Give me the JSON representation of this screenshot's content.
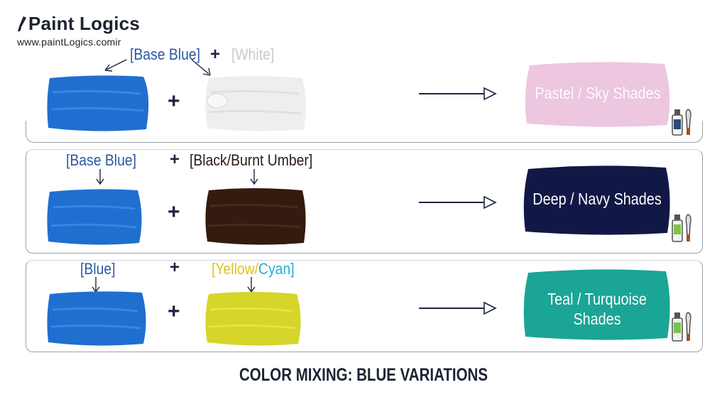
{
  "brand": {
    "name": "Paint Logics",
    "url": "www.paintLogics.comir"
  },
  "rows": [
    {
      "label_left": "[Base Blue]",
      "plus_top": "+",
      "label_right": "[White]",
      "plus_mid": "+",
      "result": "Pastel / Sky Shades",
      "colors": {
        "left": "#1f6fd1",
        "right": "#eeeeee",
        "result": "#edc6e0",
        "left_label": "#2a5aa0",
        "right_label": "#c8cacc"
      }
    },
    {
      "label_left": "[Base Blue]",
      "plus_top": "+",
      "label_right": "[Black/Burnt Umber]",
      "plus_mid": "+",
      "result": "Deep / Navy Shades",
      "colors": {
        "left": "#1f6fd1",
        "right": "#341b10",
        "result": "#121846",
        "left_label": "#2a5aa0",
        "right_label": "#2a1c14"
      }
    },
    {
      "label_left": "[Blue]",
      "plus_top": "+",
      "label_right_part1": "[Yellow/",
      "label_right_part2": "Cyan]",
      "plus_mid": "+",
      "result_line1": "Teal / Turquoise",
      "result_line2": "Shades",
      "colors": {
        "left": "#1f6fd1",
        "right": "#d5d52a",
        "result": "#1aa596",
        "left_label": "#2a5aa0",
        "right_label_yellow": "#e0c21c",
        "right_label_cyan": "#2aa8dc"
      }
    }
  ],
  "title": "COLOR MIXING: BLUE VARIATIONS",
  "icons": [
    "paint-tube-icon",
    "palette-knife-icon",
    "arrow-right-icon"
  ]
}
